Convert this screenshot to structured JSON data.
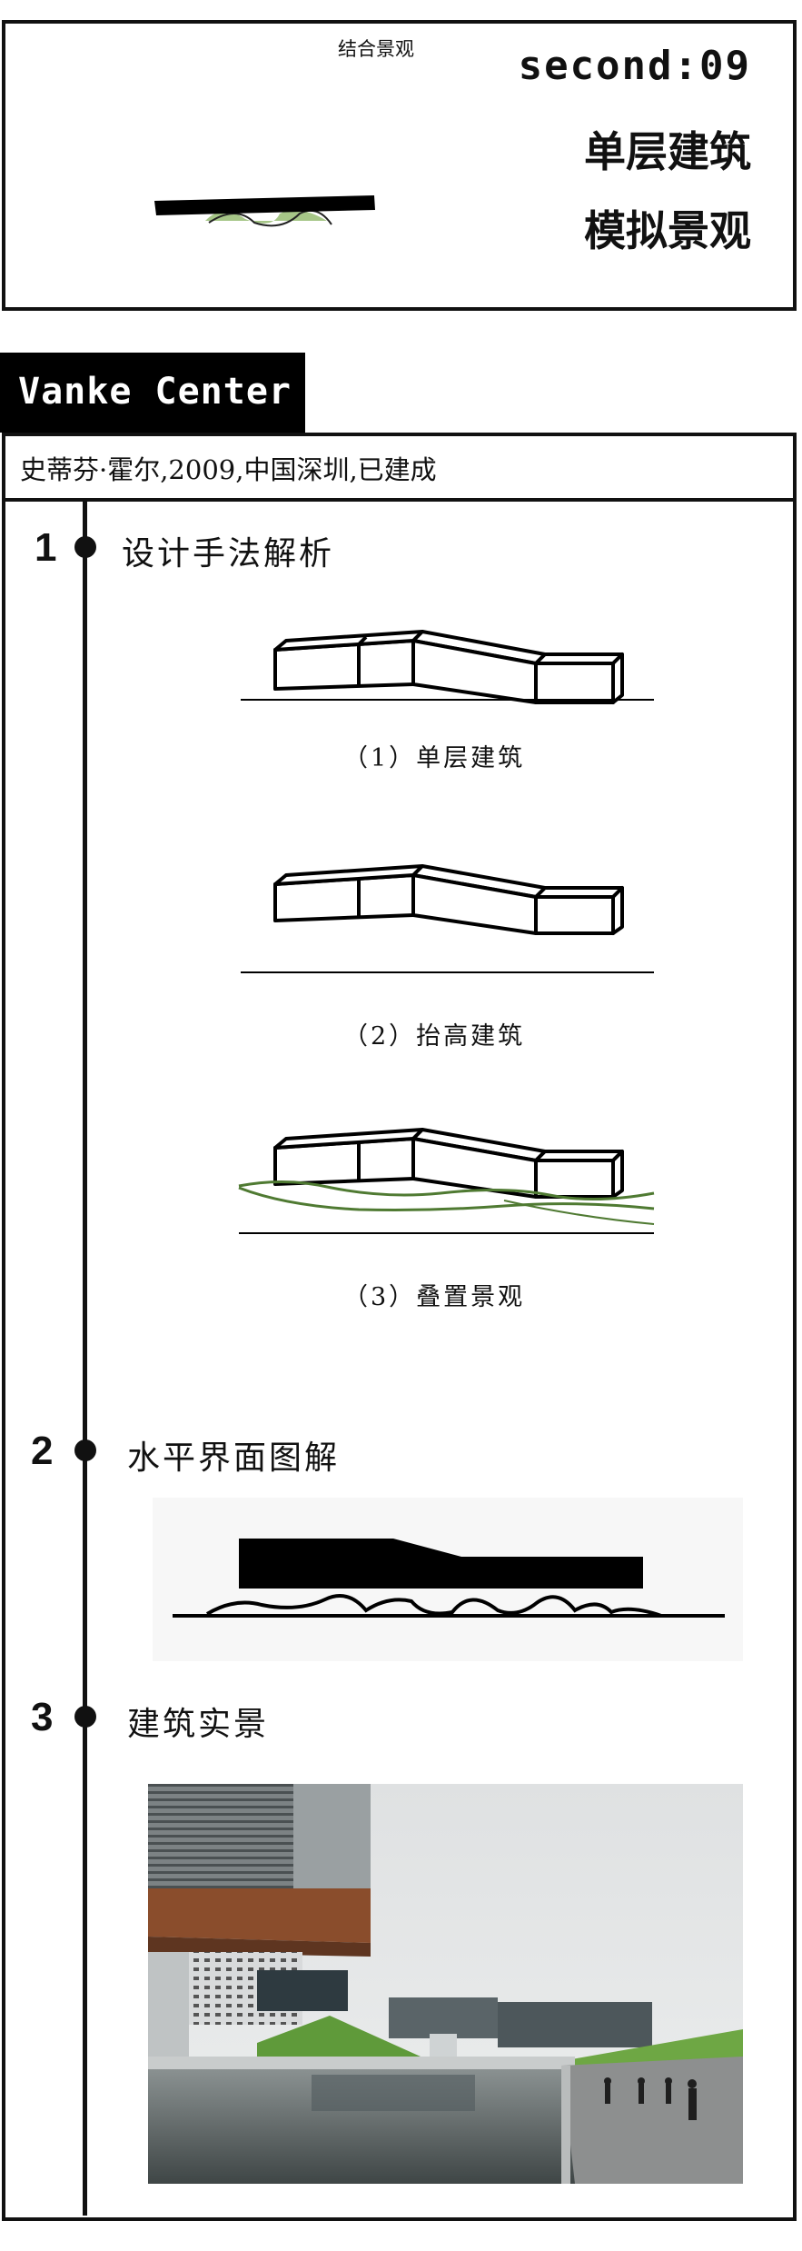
{
  "header": {
    "sketch_label": "结合景观",
    "second": "second:09",
    "title_line1": "单层建筑",
    "title_line2": "模拟景观"
  },
  "project": {
    "name": "Vanke Center",
    "info": "史蒂芬·霍尔,2009,中国深圳,已建成"
  },
  "sections": [
    {
      "number": "1",
      "title": "设计手法解析",
      "captions": [
        "（1）单层建筑",
        "（2）抬高建筑",
        "（3）叠置景观"
      ]
    },
    {
      "number": "2",
      "title": "水平界面图解"
    },
    {
      "number": "3",
      "title": "建筑实景"
    }
  ],
  "colors": {
    "ink": "#111111",
    "landscape": "#4f7a32",
    "sketch_green": "#9cc07a"
  }
}
